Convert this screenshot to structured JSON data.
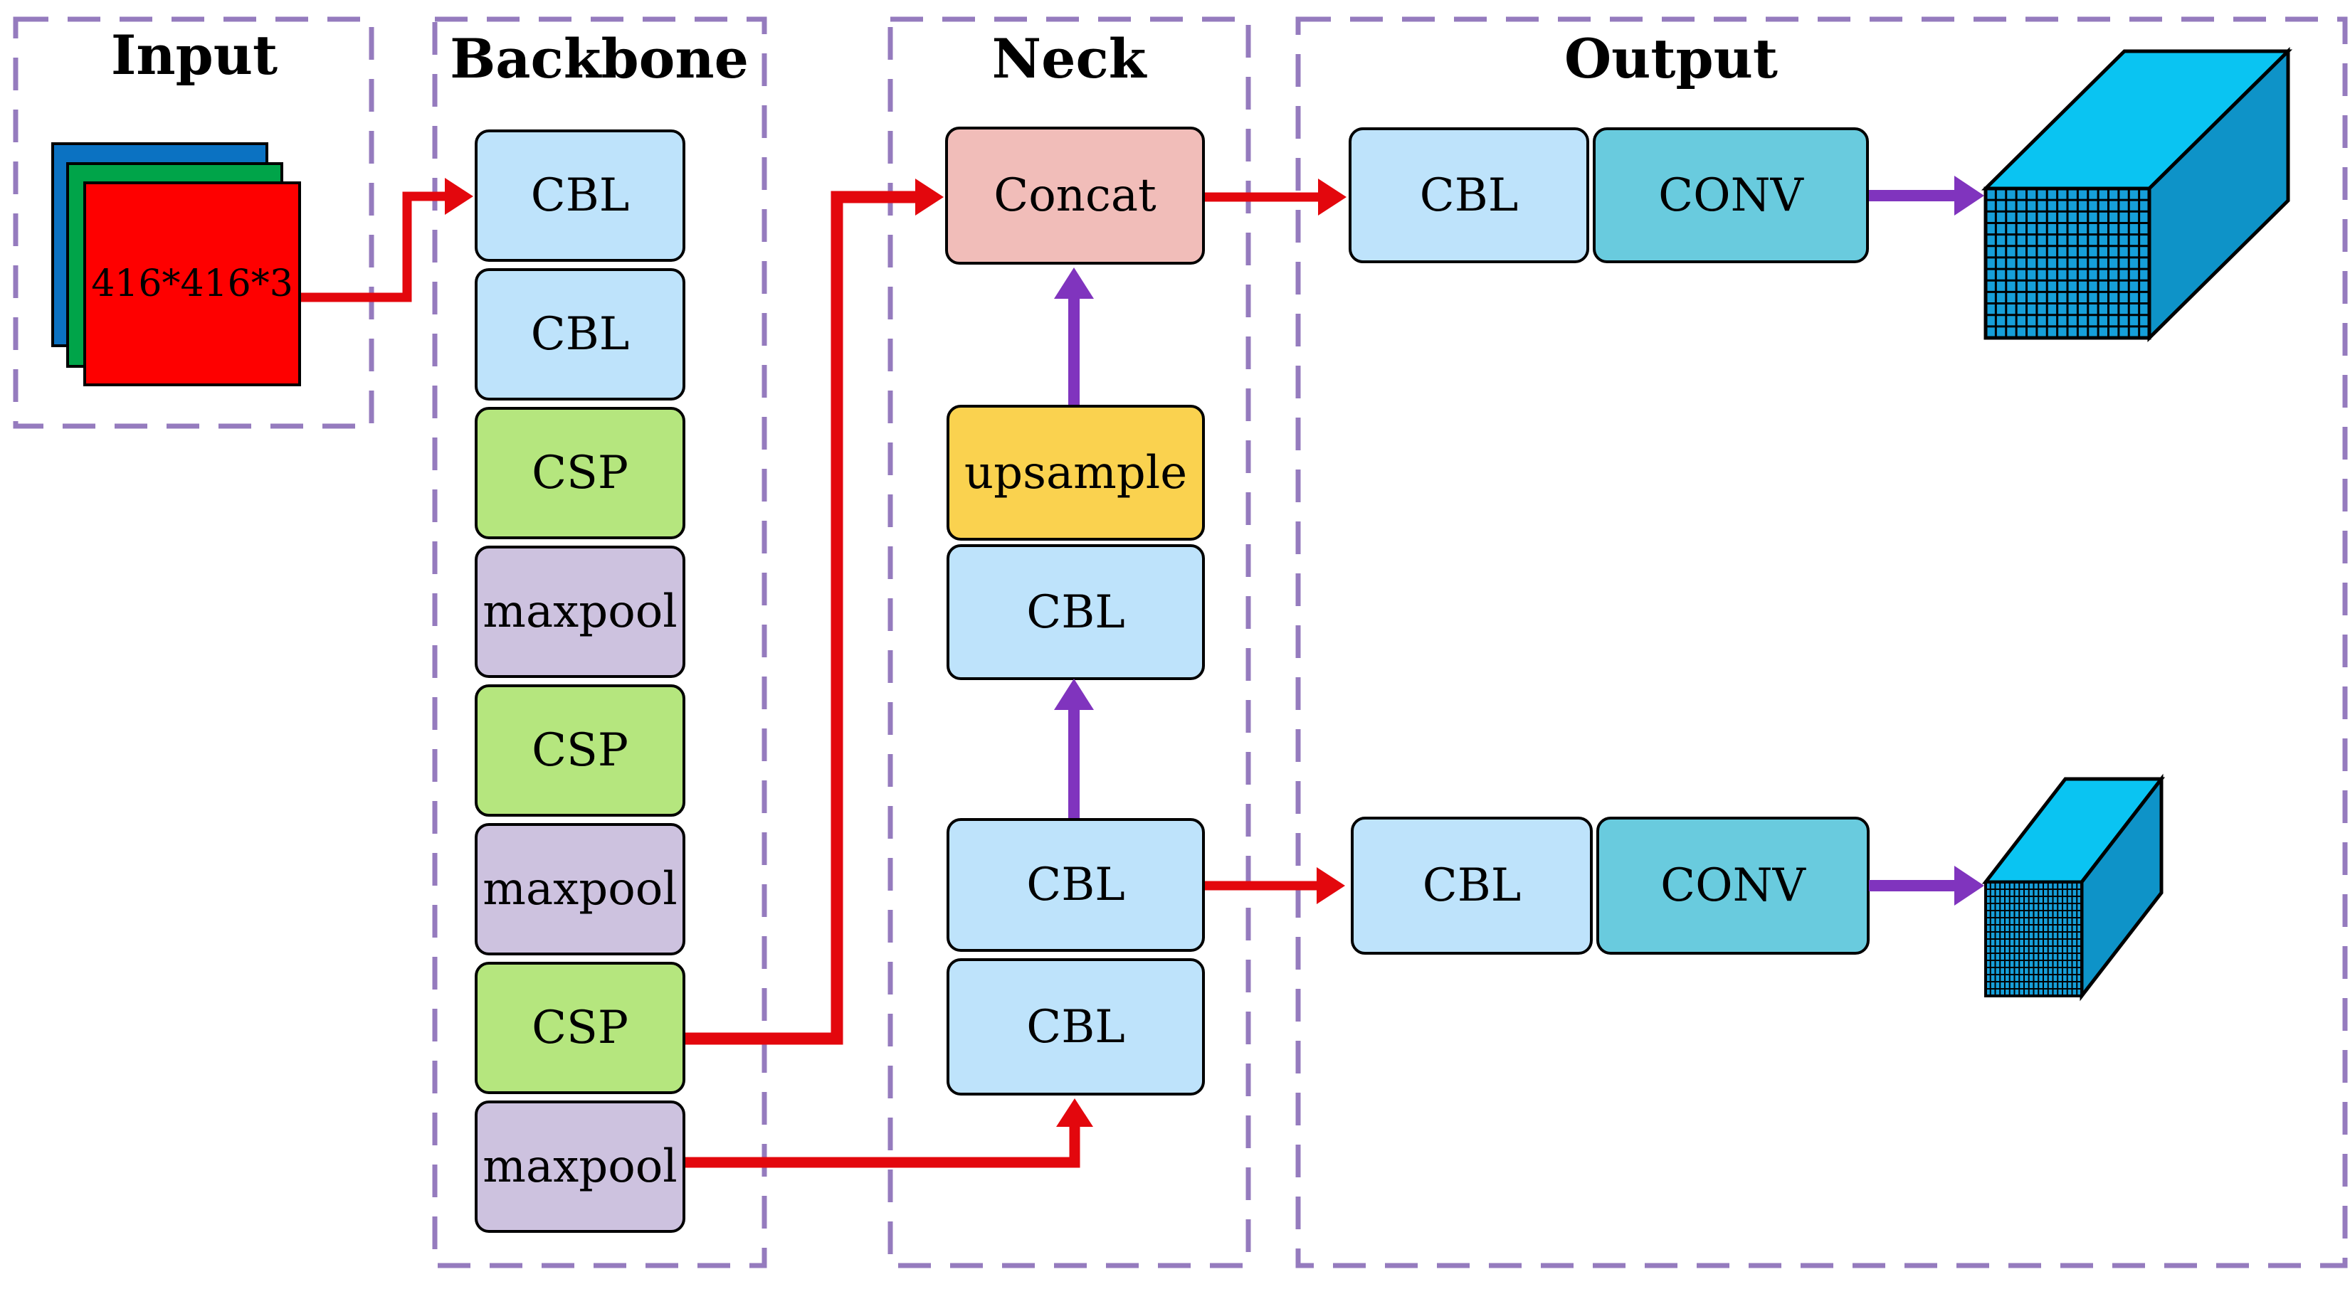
{
  "colors": {
    "cbl_fill": "#BEE3FB",
    "csp_fill": "#B5E67E",
    "maxpool_fill": "#CDC2DF",
    "concat_fill": "#F1BDB9",
    "upsample_fill": "#FAD24F",
    "conv_fill": "#69CBDE",
    "input_blue": "#0B72C2",
    "input_green": "#00A449",
    "input_red": "#FE0000",
    "arrow_red": "#E3070D",
    "arrow_purple": "#8034BE",
    "dashed_border": "#957BBE",
    "cuboid_top": "#0AC4F2",
    "cuboid_side": "#0E93C8",
    "cuboid_front": "#169FD9"
  },
  "input": {
    "title": "Input",
    "image_label": "416*416*3"
  },
  "backbone": {
    "title": "Backbone",
    "blocks": [
      "CBL",
      "CBL",
      "CSP",
      "maxpool",
      "CSP",
      "maxpool",
      "CSP",
      "maxpool"
    ]
  },
  "neck": {
    "title": "Neck",
    "blocks": [
      "Concat",
      "upsample",
      "CBL",
      "CBL",
      "CBL"
    ]
  },
  "output": {
    "title": "Output",
    "row1": {
      "cbl": "CBL",
      "conv": "CONV"
    },
    "row2": {
      "cbl": "CBL",
      "conv": "CONV"
    }
  }
}
